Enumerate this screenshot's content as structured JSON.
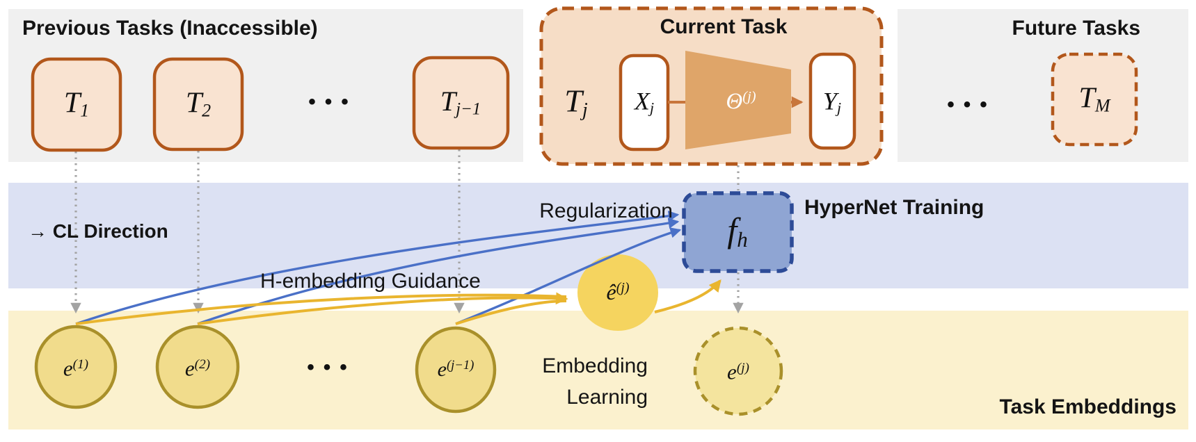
{
  "colors": {
    "gray_panel": "#f0f0f0",
    "blue_band": "#dce1f3",
    "yellow_band": "#fbf1ce",
    "task_border": "#b2571b",
    "task_fill": "#f9e3d1",
    "current_panel_fill": "#f6ddc6",
    "trapezoid_fill": "#dfa569",
    "orange_arrow": "#c8763c",
    "hypernet_fill": "#8fa5d3",
    "hypernet_border": "#2d4b97",
    "embedding_fill": "#f1dc8c",
    "embedding_border": "#a9902a",
    "estimated_embedding_fill": "#f5d45f",
    "blue_arrow": "#4a70c7",
    "yellow_arrow": "#e9b52f",
    "dotted_gray": "#a3a3a3"
  },
  "top_row": {
    "previous_panel": {
      "title": "Previous Tasks (Inaccessible)",
      "tasks": [
        {
          "base": "T",
          "sub": "1"
        },
        {
          "base": "T",
          "sub": "2"
        }
      ],
      "ellipsis": "•••",
      "last_task": {
        "base": "T",
        "sub": "j−1"
      }
    },
    "current_panel": {
      "title": "Current Task",
      "task_label": {
        "base": "T",
        "sub": "j"
      },
      "input_box": {
        "base": "X",
        "sub": "j"
      },
      "network": {
        "base": "Θ",
        "sup": "(j)"
      },
      "output_box": {
        "base": "Y",
        "sub": "j"
      }
    },
    "future_panel": {
      "title": "Future Tasks",
      "ellipsis": "•••",
      "task": {
        "base": "T",
        "sub": "M"
      }
    }
  },
  "middle_row": {
    "cl_direction": "→ CL Direction",
    "regularization_label": "Regularization",
    "hypernet_label": "HyperNet Training",
    "hypernet_node": {
      "base": "f",
      "sub": "h"
    }
  },
  "bottom_row": {
    "h_embedding_guidance_label": "H-embedding Guidance",
    "embedding_learning_label": "Embedding\nLearning",
    "task_embeddings_label": "Task Embeddings",
    "embeddings": [
      {
        "base": "e",
        "sup": "(1)"
      },
      {
        "base": "e",
        "sup": "(2)"
      }
    ],
    "ellipsis": "•••",
    "last_embedding": {
      "base": "e",
      "sup": "(j−1)"
    },
    "estimated_embedding": {
      "base": "ê",
      "sup": "(j)"
    },
    "current_embedding": {
      "base": "e",
      "sup": "(j)"
    }
  }
}
